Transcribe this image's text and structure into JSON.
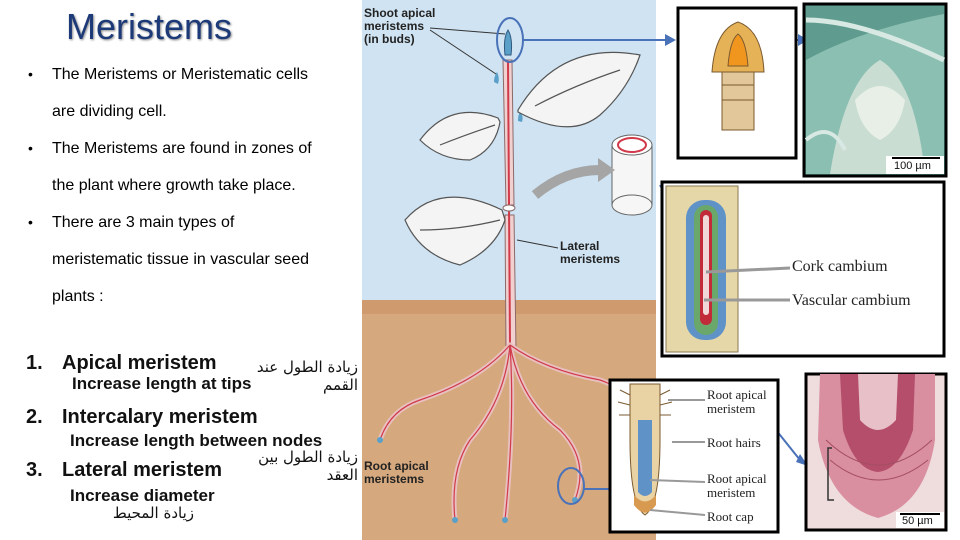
{
  "slide": {
    "title": "Meristems",
    "bullets": [
      {
        "line1": "The Meristems or Meristematic cells",
        "line2": "are dividing cell."
      },
      {
        "line1": "The Meristems are found in zones of",
        "line2": "the plant where growth take place."
      },
      {
        "line1": "There are 3 main types of",
        "line2": "meristematic tissue in vascular seed",
        "line3": "plants :"
      }
    ],
    "types": [
      {
        "number": "1.",
        "name": "Apical meristem",
        "desc": "Increase length at tips",
        "arabic": "زيادة الطول عند القمم"
      },
      {
        "number": "2.",
        "name": "Intercalary meristem",
        "desc": "Increase length between  nodes",
        "arabic": "زيادة الطول بين العقد"
      },
      {
        "number": "3.",
        "name": "Lateral meristem",
        "desc": "Increase diameter",
        "arabic": "زيادة المحيط"
      }
    ]
  },
  "diagram": {
    "shoot_apical_label_1": "Shoot apical",
    "shoot_apical_label_2": "meristems",
    "shoot_apical_label_3": "(in buds)",
    "lateral_label_1": "Lateral",
    "lateral_label_2": "meristems",
    "root_apical_label_1": "Root apical",
    "root_apical_label_2": "meristems"
  },
  "stem_section": {
    "cork_cambium": "Cork cambium",
    "vascular_cambium": "Vascular cambium"
  },
  "root_section": {
    "root_apical_1": "Root apical",
    "root_apical_2": "meristem",
    "root_hairs": "Root hairs",
    "root_apical_b1": "Root apical",
    "root_apical_b2": "meristem",
    "root_cap": "Root cap"
  },
  "micrographs": {
    "shoot_scale": "100 µm",
    "root_scale": "50 µm"
  },
  "colors": {
    "title": "#1d3a78",
    "pointer_arrow": "#4a72b8",
    "soil": "#d4aa82",
    "sky": "#cfe3f2",
    "stem_pink": "#e9b7b7"
  }
}
